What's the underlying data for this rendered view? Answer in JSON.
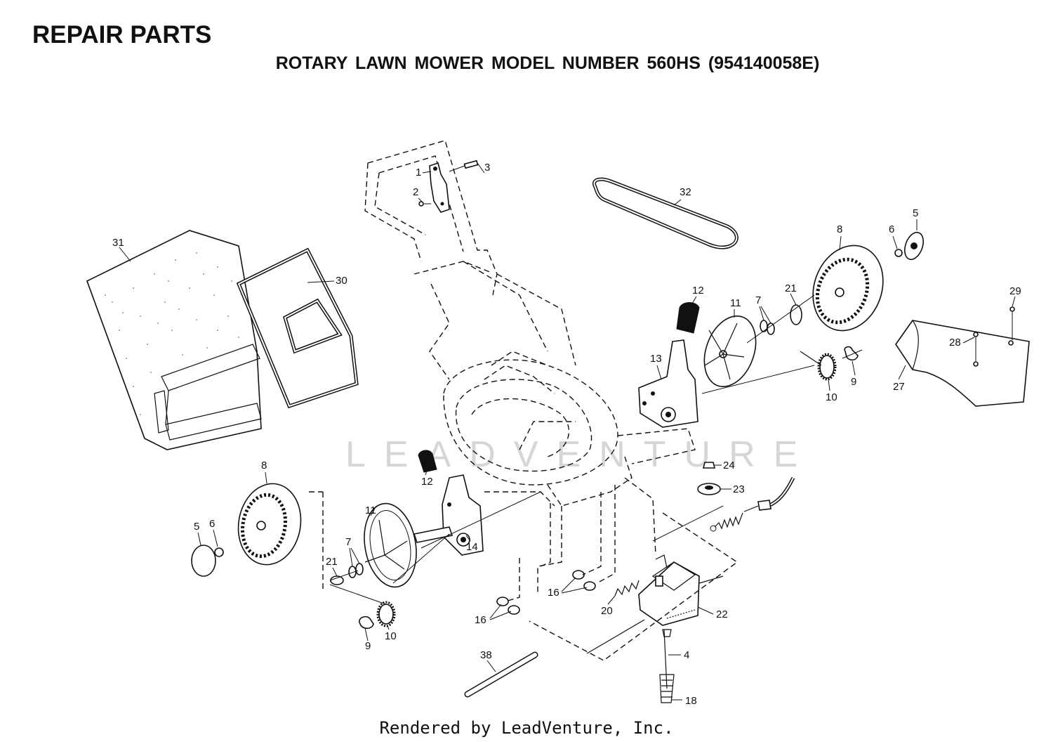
{
  "header": {
    "title": "REPAIR PARTS",
    "subtitle": "ROTARY LAWN MOWER MODEL NUMBER 560HS (954140058E)"
  },
  "watermark": "LEADVENTURE",
  "footer": "Rendered by LeadVenture, Inc.",
  "callouts": [
    "1",
    "2",
    "3",
    "32",
    "5",
    "6",
    "8",
    "31",
    "30",
    "12",
    "11",
    "7",
    "21",
    "29",
    "28",
    "13",
    "9",
    "10",
    "27",
    "24",
    "23",
    "8",
    "5",
    "6",
    "12",
    "11",
    "14",
    "7",
    "21",
    "9",
    "10",
    "16",
    "16",
    "20",
    "22",
    "4",
    "18",
    "38"
  ]
}
